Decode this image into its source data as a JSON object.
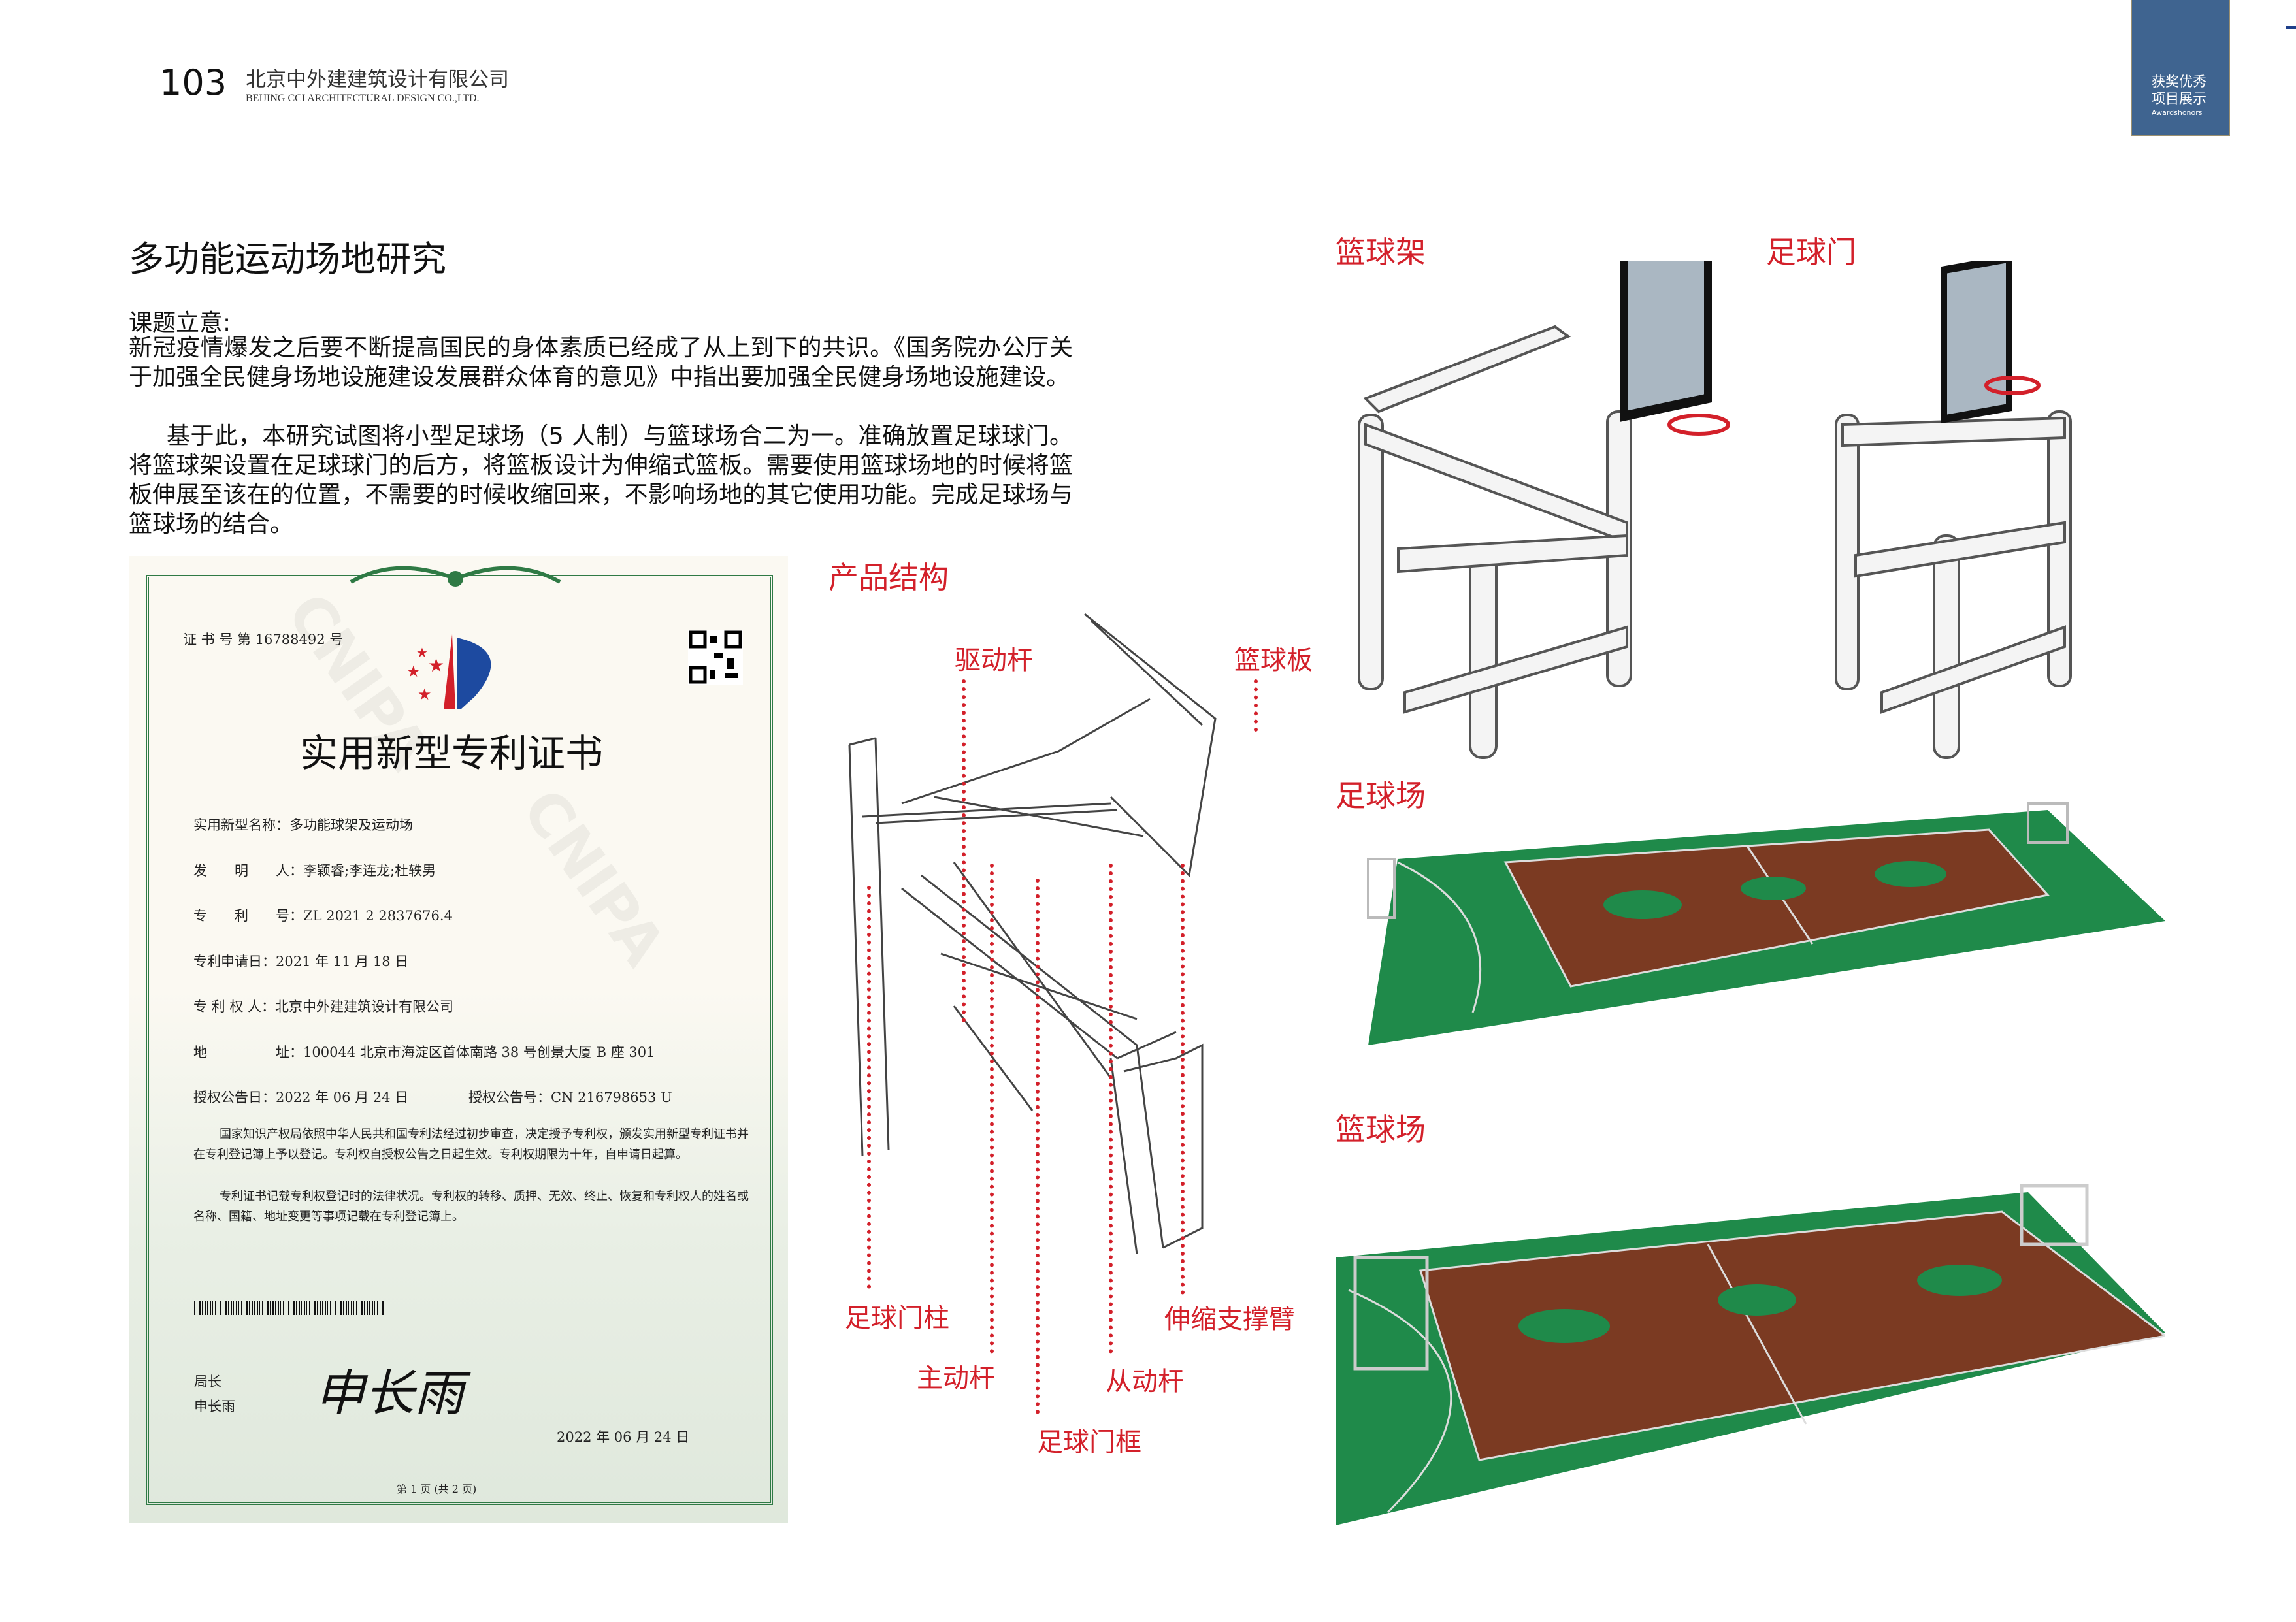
{
  "header": {
    "page_number": "103",
    "company_cn": "北京中外建建筑设计有限公司",
    "company_en": "BEIJING CCI ARCHITECTURAL DESIGN CO.,LTD."
  },
  "side_tab": {
    "line1": "获奖优秀",
    "line2": "项目展示",
    "line3": "Awardshonors"
  },
  "main": {
    "title": "多功能运动场地研究",
    "subtitle": "课题立意:",
    "paragraph1": "新冠疫情爆发之后要不断提高国民的身体素质已经成了从上到下的共识。《国务院办公厅关于加强全民健身场地设施建设发展群众体育的意见》中指出要加强全民健身场地设施建设。",
    "paragraph2": "基于此，本研究试图将小型足球场（5 人制）与篮球场合二为一。准确放置足球球门。将篮球架设置在足球球门的后方，将篮板设计为伸缩式篮板。需要使用篮球场地的时候将篮板伸展至该在的位置，不需要的时候收缩回来，不影响场地的其它使用功能。完成足球场与篮球场的结合。"
  },
  "certificate": {
    "cert_no": "证 书 号 第 16788492 号",
    "title": "实用新型专利证书",
    "watermark": "CNIPA",
    "fields": [
      "实用新型名称：多功能球架及运动场",
      "发　　明　　人：李颖睿;李连龙;杜轶男",
      "专　　利　　号：ZL 2021 2 2837676.4",
      "专利申请日：2021 年 11 月 18 日",
      "专 利 权 人：北京中外建建筑设计有限公司",
      "地　　　　　址：100044 北京市海淀区首体南路 38 号创景大厦 B 座 301",
      "授权公告日：2022 年 06 月 24 日"
    ],
    "pub_no": "授权公告号：CN 216798653 U",
    "notice1": "国家知识产权局依照中华人民共和国专利法经过初步审查，决定授予专利权，颁发实用新型专利证书并在专利登记簿上予以登记。专利权自授权公告之日起生效。专利权期限为十年，自申请日起算。",
    "notice2": "专利证书记载专利权登记时的法律状况。专利权的转移、质押、无效、终止、恢复和专利权人的姓名或名称、国籍、地址变更等事项记载在专利登记簿上。",
    "signer_title": "局长",
    "signer_name": "申长雨",
    "signature": "申长雨",
    "date": "2022 年 06 月 24 日",
    "page": "第 1 页 (共 2 页)"
  },
  "sections": {
    "structure": "产品结构",
    "hoop": "篮球架",
    "goal": "足球门",
    "soccer_field": "足球场",
    "basketball_court": "篮球场"
  },
  "diagram_labels": {
    "drive_rod": "驱动杆",
    "backboard": "篮球板",
    "goal_post": "足球门柱",
    "telescopic_arm": "伸缩支撑臂",
    "active_rod": "主动杆",
    "driven_rod": "从动杆",
    "goal_frame": "足球门框"
  },
  "colors": {
    "accent_red": "#d3202a",
    "tab_blue": "#3f6490",
    "field_green": "#1f8a4a",
    "court_brown": "#7b3a22"
  }
}
